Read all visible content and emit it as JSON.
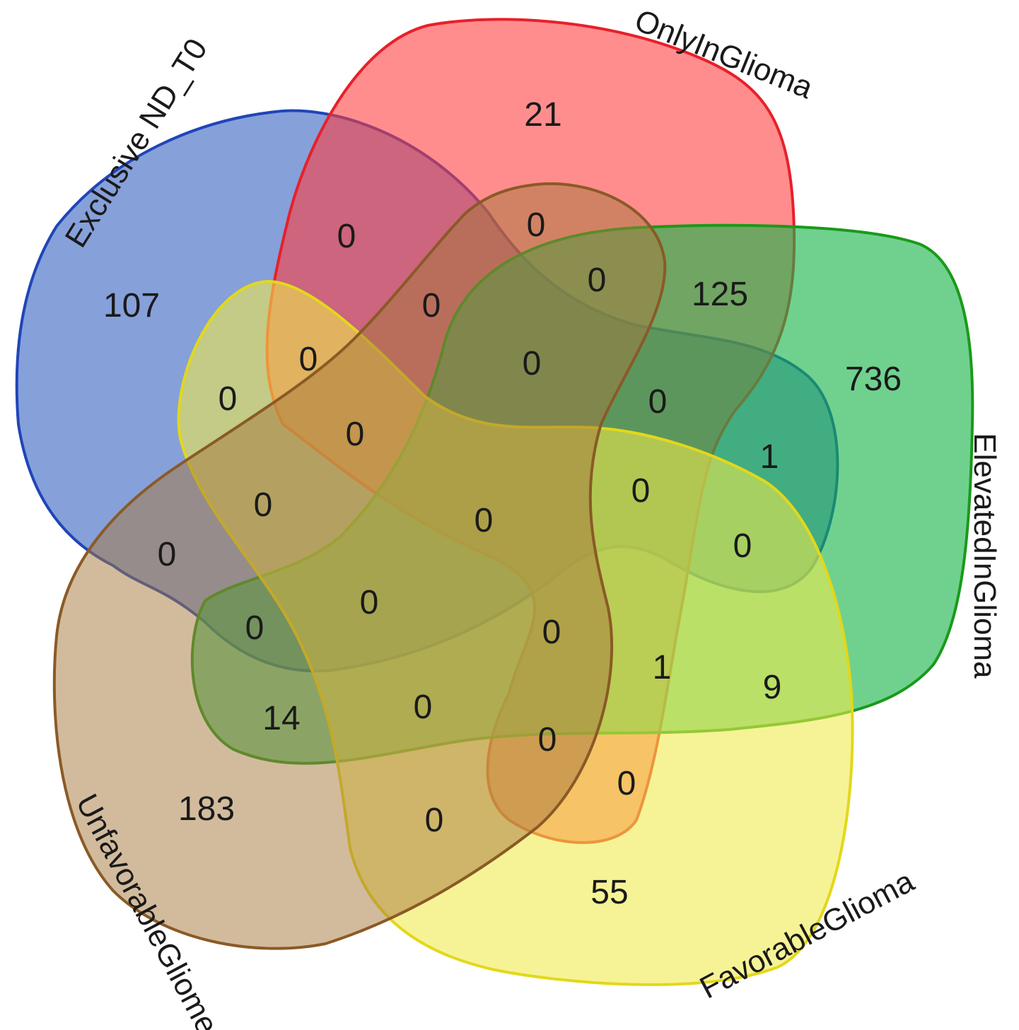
{
  "diagram": {
    "type": "venn-5-set",
    "sets": [
      {
        "key": "exclusive",
        "name": "Exclusive ND_T0",
        "fill": "#3c66c3",
        "stroke": "#2045b8"
      },
      {
        "key": "only",
        "name": "OnlyInGlioma",
        "fill": "#ff3b3b",
        "stroke": "#e8202a"
      },
      {
        "key": "elevated",
        "name": "ElevatedInGlioma",
        "fill": "#18b44b",
        "stroke": "#1a9a1a"
      },
      {
        "key": "favorable",
        "name": "FavorableGlioma",
        "fill": "#f0ea4a",
        "stroke": "#e2d81a"
      },
      {
        "key": "unfavorable",
        "name": "UnfavorableGliome",
        "fill": "#a6783c",
        "stroke": "#8a5a26"
      }
    ],
    "counts": [
      "107",
      "21",
      "736",
      "55",
      "183",
      "0",
      "125",
      "1",
      "0",
      "9",
      "0",
      "14",
      "0",
      "0",
      "0",
      "0",
      "0",
      "0",
      "0",
      "0",
      "0",
      "0",
      "0",
      "0",
      "0",
      "0",
      "0",
      "0",
      "0",
      "0",
      "1"
    ]
  }
}
